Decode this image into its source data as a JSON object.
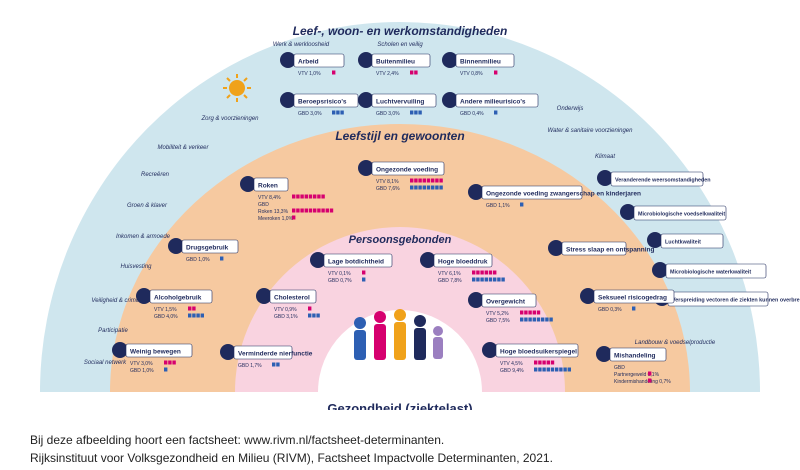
{
  "rings": {
    "outer": "Leef-, woon- en werkomstandigheden",
    "middle": "Leefstijl en gewoonten",
    "inner": "Persoonsgebonden"
  },
  "center": {
    "title": "Gezondheid (ziektelast)"
  },
  "footer": {
    "line1": "Bij deze afbeelding hoort een factsheet: www.rivm.nl/factsheet-determinanten.",
    "line2": "Rijksinstituut voor Volksgezondheid en Milieu (RIVM), Factsheet Impactvolle Determinanten, 2021."
  },
  "outer_arc_labels": [
    "Werk & werkloosheid",
    "Scholen en veilig",
    "Zorg & voorzieningen",
    "Mobiliteit & verkeer",
    "Recreëren",
    "Groen & klaver",
    "Inkomen & armoede",
    "Huisvesting",
    "Veiligheid & criminaliteit",
    "Participatie",
    "Sociaal netwerk",
    "Onderwijs",
    "Water & sanitaire voorzieningen",
    "Klimaat",
    "Landbouw & voedselproductie"
  ],
  "outer_cards": [
    {
      "label": "Arbeid",
      "stats": [
        "VTV 1,0%"
      ]
    },
    {
      "label": "Buitenmilieu",
      "stats": [
        "VTV 2,4%"
      ]
    },
    {
      "label": "Binnenmilieu",
      "stats": [
        "VTV 0,8%"
      ]
    },
    {
      "label": "Beroepsrisico's",
      "stats": [
        "GBD 3,0%"
      ]
    },
    {
      "label": "Luchtvervuiling",
      "stats": [
        "GBD 3,0%"
      ]
    },
    {
      "label": "Andere milieurisico's",
      "stats": [
        "GBD 0,4%"
      ]
    }
  ],
  "outer_right_cards": [
    {
      "label": "Veranderende weersomstandigheden"
    },
    {
      "label": "Microbiologische voedselkwaliteit"
    },
    {
      "label": "Luchtkwaliteit"
    },
    {
      "label": "Microbiologische waterkwaliteit"
    },
    {
      "label": "Verspreiding vectoren die ziekten kunnen overbrengen"
    }
  ],
  "middle_cards": [
    {
      "label": "Roken",
      "stats": [
        "VTV 8,4%",
        "GBD",
        "Roken 13,3%",
        "Meeroken 1,0%"
      ]
    },
    {
      "label": "Ongezonde voeding",
      "stats": [
        "VTV 8,1%",
        "GBD 7,6%"
      ]
    },
    {
      "label": "Ongezonde voeding zwangerschap en kinderjaren",
      "stats": [
        "GBD 1,1%"
      ]
    },
    {
      "label": "Drugsgebruik",
      "stats": [
        "GBD 1,0%"
      ]
    },
    {
      "label": "Stress slaap en ontspanning",
      "stats": []
    },
    {
      "label": "Alcoholgebruik",
      "stats": [
        "VTV 1,5%",
        "GBD 4,0%"
      ]
    },
    {
      "label": "Seksueel risicogedrag",
      "stats": [
        "GBD 0,3%"
      ]
    },
    {
      "label": "Weinig bewegen",
      "stats": [
        "VTV 3,0%",
        "GBD 1,0%"
      ]
    },
    {
      "label": "Mishandeling",
      "stats": [
        "GBD",
        "Partnergeweld 0,1%",
        "Kindermishandeling 0,7%"
      ]
    }
  ],
  "inner_cards": [
    {
      "label": "Lage botdichtheid",
      "stats": [
        "VTV 0,1%",
        "GBD 0,7%"
      ]
    },
    {
      "label": "Hoge bloeddruk",
      "stats": [
        "VTV 6,1%",
        "GBD 7,8%"
      ]
    },
    {
      "label": "Cholesterol",
      "stats": [
        "VTV 0,9%",
        "GBD 3,1%"
      ]
    },
    {
      "label": "Overgewicht",
      "stats": [
        "VTV 5,2%",
        "GBD 7,5%"
      ]
    },
    {
      "label": "Verminderde nierfunctie",
      "stats": [
        "GBD 1,7%"
      ]
    },
    {
      "label": "Hoge bloedsuikerspiegel",
      "stats": [
        "VTV 4,5%",
        "GBD 9,4%"
      ]
    }
  ],
  "colors": {
    "outer_ring": "#cfe6ee",
    "middle_ring": "#f6c9a0",
    "inner_ring": "#f9d3e0",
    "center": "#ffffff",
    "navy": "#1f2a5c",
    "pink": "#d6006f",
    "blue": "#2d5fb3"
  }
}
